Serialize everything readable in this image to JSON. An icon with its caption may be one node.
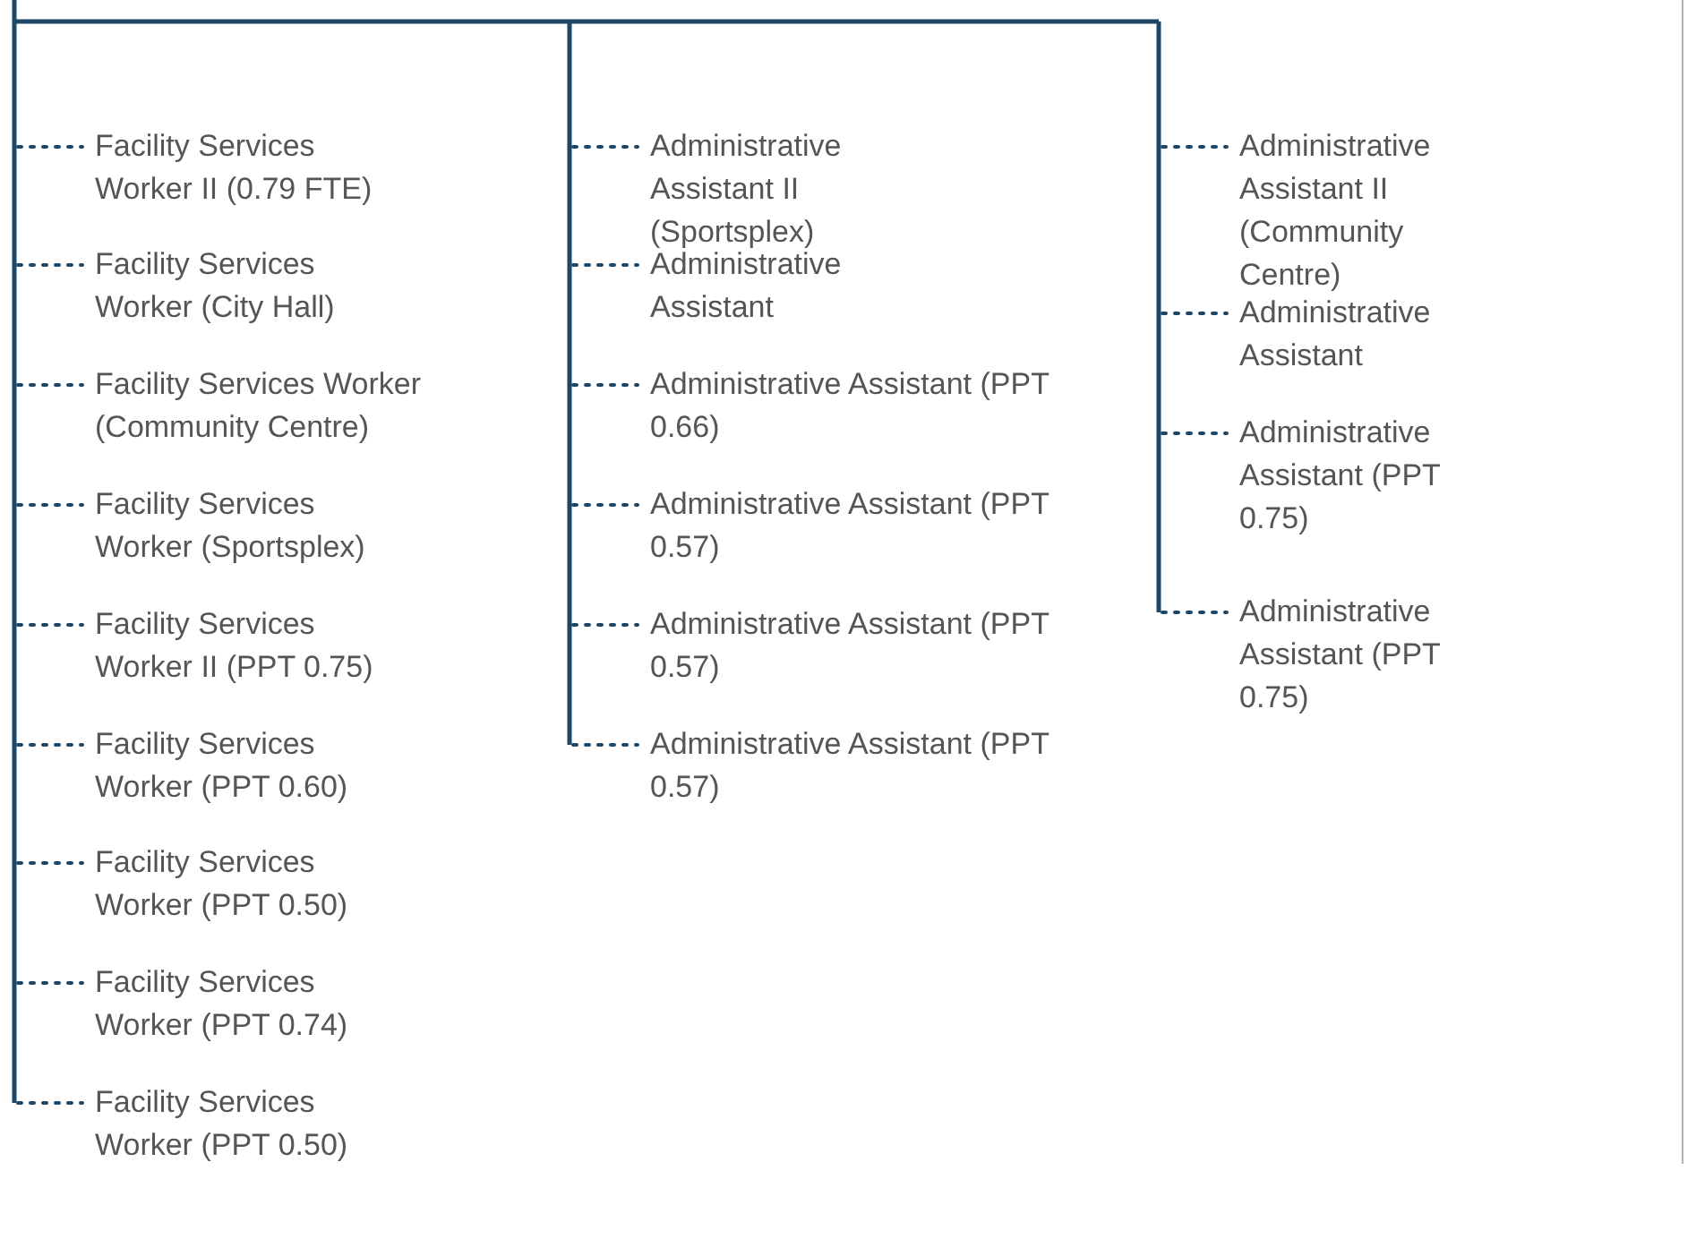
{
  "diagram": {
    "nodes": [
      {
        "text": [
          "Facility Services Worker II (0.79 FTE)"
        ]
      },
      {
        "text": [
          "Facility Services Worker (City Hall)"
        ]
      },
      {
        "text": [
          "Facility Services Worker (Community Centre)"
        ]
      },
      {
        "text": [
          "Facility Services Worker (Sportsplex)"
        ]
      },
      {
        "text": [
          "Facility Services Worker II (PPT 0.75)"
        ]
      },
      {
        "text": [
          "Facility Services Worker (PPT 0.60)"
        ]
      },
      {
        "text": [
          "Facility Services Worker (PPT 0.50)"
        ]
      },
      {
        "text": [
          "Facility Services Worker (PPT 0.74)"
        ]
      },
      {
        "text": [
          "Facility Services Worker (PPT 0.50)"
        ]
      },
      {
        "text": [
          "Administrative Assistant II (Sportsplex)"
        ]
      },
      {
        "text": [
          "Administrative Assistant"
        ]
      },
      {
        "text": [
          "Administrative Assistant (PPT 0.66)"
        ]
      },
      {
        "text": [
          "Administrative Assistant (PPT 0.57)"
        ]
      },
      {
        "text": [
          "Administrative Assistant (PPT 0.57)"
        ]
      },
      {
        "text": [
          "Administrative Assistant (PPT 0.57)"
        ]
      },
      {
        "text": [
          "Administrative Assistant II (Community Centre)"
        ]
      },
      {
        "text": [
          "Administrative Assistant"
        ]
      },
      {
        "text": [
          "Administrative Assistant (PPT 0.75)"
        ]
      },
      {
        "text": [
          "Administrative Assistant (PPT 0.75)"
        ]
      }
    ],
    "edges": [
      {
        "from": null,
        "to": 0,
        "arrow": "none"
      },
      {
        "from": null,
        "to": 1,
        "arrow": "none"
      },
      {
        "from": null,
        "to": 2,
        "arrow": "none"
      },
      {
        "from": null,
        "to": 3,
        "arrow": "none"
      },
      {
        "from": null,
        "to": 4,
        "arrow": "none"
      },
      {
        "from": null,
        "to": 5,
        "arrow": "none"
      },
      {
        "from": null,
        "to": 6,
        "arrow": "none"
      },
      {
        "from": null,
        "to": 7,
        "arrow": "none"
      },
      {
        "from": null,
        "to": 8,
        "arrow": "none"
      },
      {
        "from": null,
        "to": 9,
        "arrow": "none"
      },
      {
        "from": null,
        "to": 10,
        "arrow": "none"
      },
      {
        "from": null,
        "to": 11,
        "arrow": "none"
      },
      {
        "from": null,
        "to": 12,
        "arrow": "none"
      },
      {
        "from": null,
        "to": 13,
        "arrow": "none"
      },
      {
        "from": null,
        "to": 14,
        "arrow": "none"
      },
      {
        "from": null,
        "to": 15,
        "arrow": "none"
      },
      {
        "from": null,
        "to": 16,
        "arrow": "none"
      },
      {
        "from": null,
        "to": 17,
        "arrow": "none"
      },
      {
        "from": null,
        "to": 18,
        "arrow": "none"
      }
    ]
  }
}
